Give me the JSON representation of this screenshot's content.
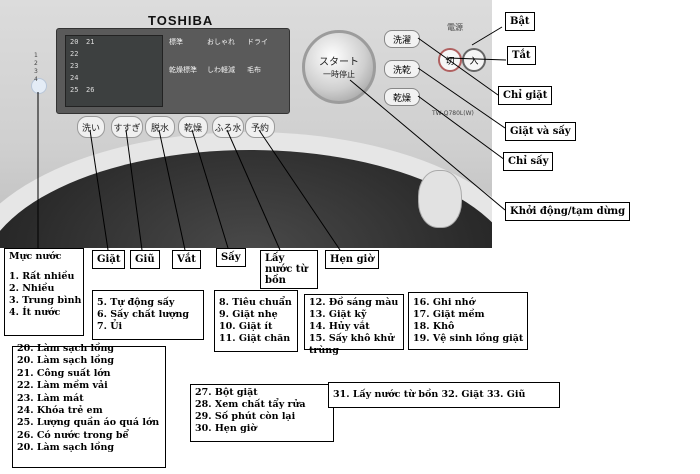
{
  "machine": {
    "brand": "TOSHIBA",
    "buttons": [
      "洗い",
      "すすぎ",
      "脱水",
      "乾燥",
      "ふろ水",
      "予約"
    ],
    "dial_top": "スタート",
    "dial_bottom": "一時停止",
    "side_buttons": [
      "洗濯",
      "洗乾",
      "乾燥"
    ],
    "power_label": "電源",
    "power_off": "切",
    "power_on": "入",
    "model": "TW-Q780L(W)",
    "lcd_numbers": [
      "20",
      "21",
      "22",
      "23",
      "24",
      "25",
      "26",
      "1",
      "2",
      "3",
      "4"
    ],
    "panel_labels": [
      "標準",
      "おしゃれ",
      "ドライ",
      "乾燥標準",
      "しわ軽減",
      "毛布"
    ]
  },
  "labels": {
    "bat": "Bật",
    "tat": "Tắt",
    "chi_giat": "Chỉ giặt",
    "giat_va_say": "Giặt và sấy",
    "chi_say": "Chỉ sấy",
    "khoi_dong": "Khởi động/tạm dừng",
    "giat": "Giặt",
    "giu": "Giũ",
    "vat": "Vắt",
    "say": "Sấy",
    "lay_nuoc": "Lấy nước từ bồn",
    "hen_gio": "Hẹn giờ"
  },
  "muc_nuoc": {
    "title": "Mực nước",
    "items": [
      "1. Rất nhiều",
      "2. Nhiều",
      "3. Trung bình",
      "4. Ít nước"
    ]
  },
  "box_say": [
    "5. Tự động sấy",
    "6. Sấy chất lượng",
    "7. Ủi"
  ],
  "box_giat": [
    "8. Tiêu chuẩn",
    "9. Giặt nhẹ",
    "10. Giặt ít",
    "11. Giặt chăn"
  ],
  "box_do": [
    "12. Đồ sáng màu",
    "13. Giặt kỹ",
    "14. Hủy vắt",
    "15. Sấy khô khử trùng"
  ],
  "box_ghi": [
    "16. Ghi nhớ",
    "17. Giặt mềm",
    "18. Khô",
    "19. Vệ sinh lồng giặt"
  ],
  "box_left": [
    "20. Làm sạch lồng",
    "20. Làm sạch lồng",
    "21. Công suất lớn",
    "22. Làm mềm vải",
    "23. Làm mát",
    "24. Khóa trẻ em",
    "25. Lượng quần áo quá lớn",
    "26. Có nước trong bể",
    "20. Làm sạch lồng"
  ],
  "box_bot": [
    "27. Bột giặt",
    "28. Xem chất tẩy rửa",
    "29. Số phút còn lại",
    "30. Hẹn giờ"
  ],
  "box_31": "31. Lấy nước từ bồn  32. Giặt   33. Giũ"
}
